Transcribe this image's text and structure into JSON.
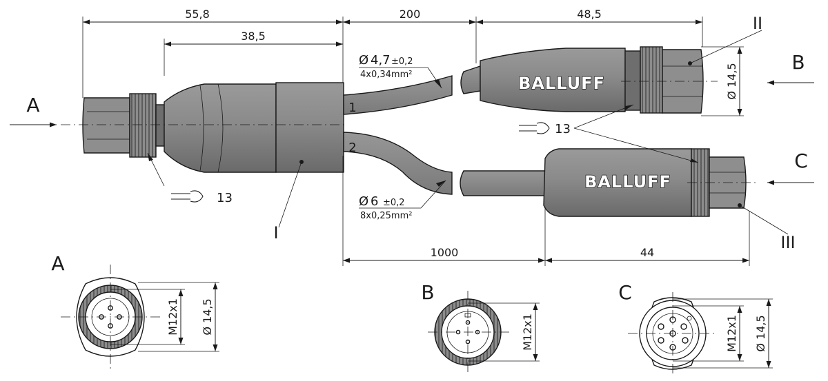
{
  "dimensions": {
    "overall_left": "55,8",
    "body_left": "38,5",
    "cable_top": "200",
    "connector_top": "48,5",
    "cable_bottom": "1000",
    "connector_bottom": "44"
  },
  "cables": {
    "cable_1": {
      "number": "1",
      "diameter": "4,7",
      "tolerance": "±0,2",
      "conductors": "4x0,34mm²"
    },
    "cable_2": {
      "number": "2",
      "diameter": "6",
      "tolerance": "±0,2",
      "conductors": "8x0,25mm²"
    }
  },
  "diameter_symbol": "Ø",
  "views": {
    "a": "A",
    "b": "B",
    "c": "C"
  },
  "parts": {
    "part_1": "I",
    "part_2": "II",
    "part_3": "III"
  },
  "wrench": {
    "size_left": "13",
    "size_right": "13"
  },
  "brand": "BALLUFF",
  "connector_dims": {
    "thread": "M12x1",
    "outer_a": "Ø 14,5",
    "outer_top": "Ø 14,5",
    "outer_c": "Ø 14,5"
  },
  "colors": {
    "body": "#8c8c8c",
    "body_dark": "#6e6e6e",
    "ink": "#1a1a1a"
  }
}
